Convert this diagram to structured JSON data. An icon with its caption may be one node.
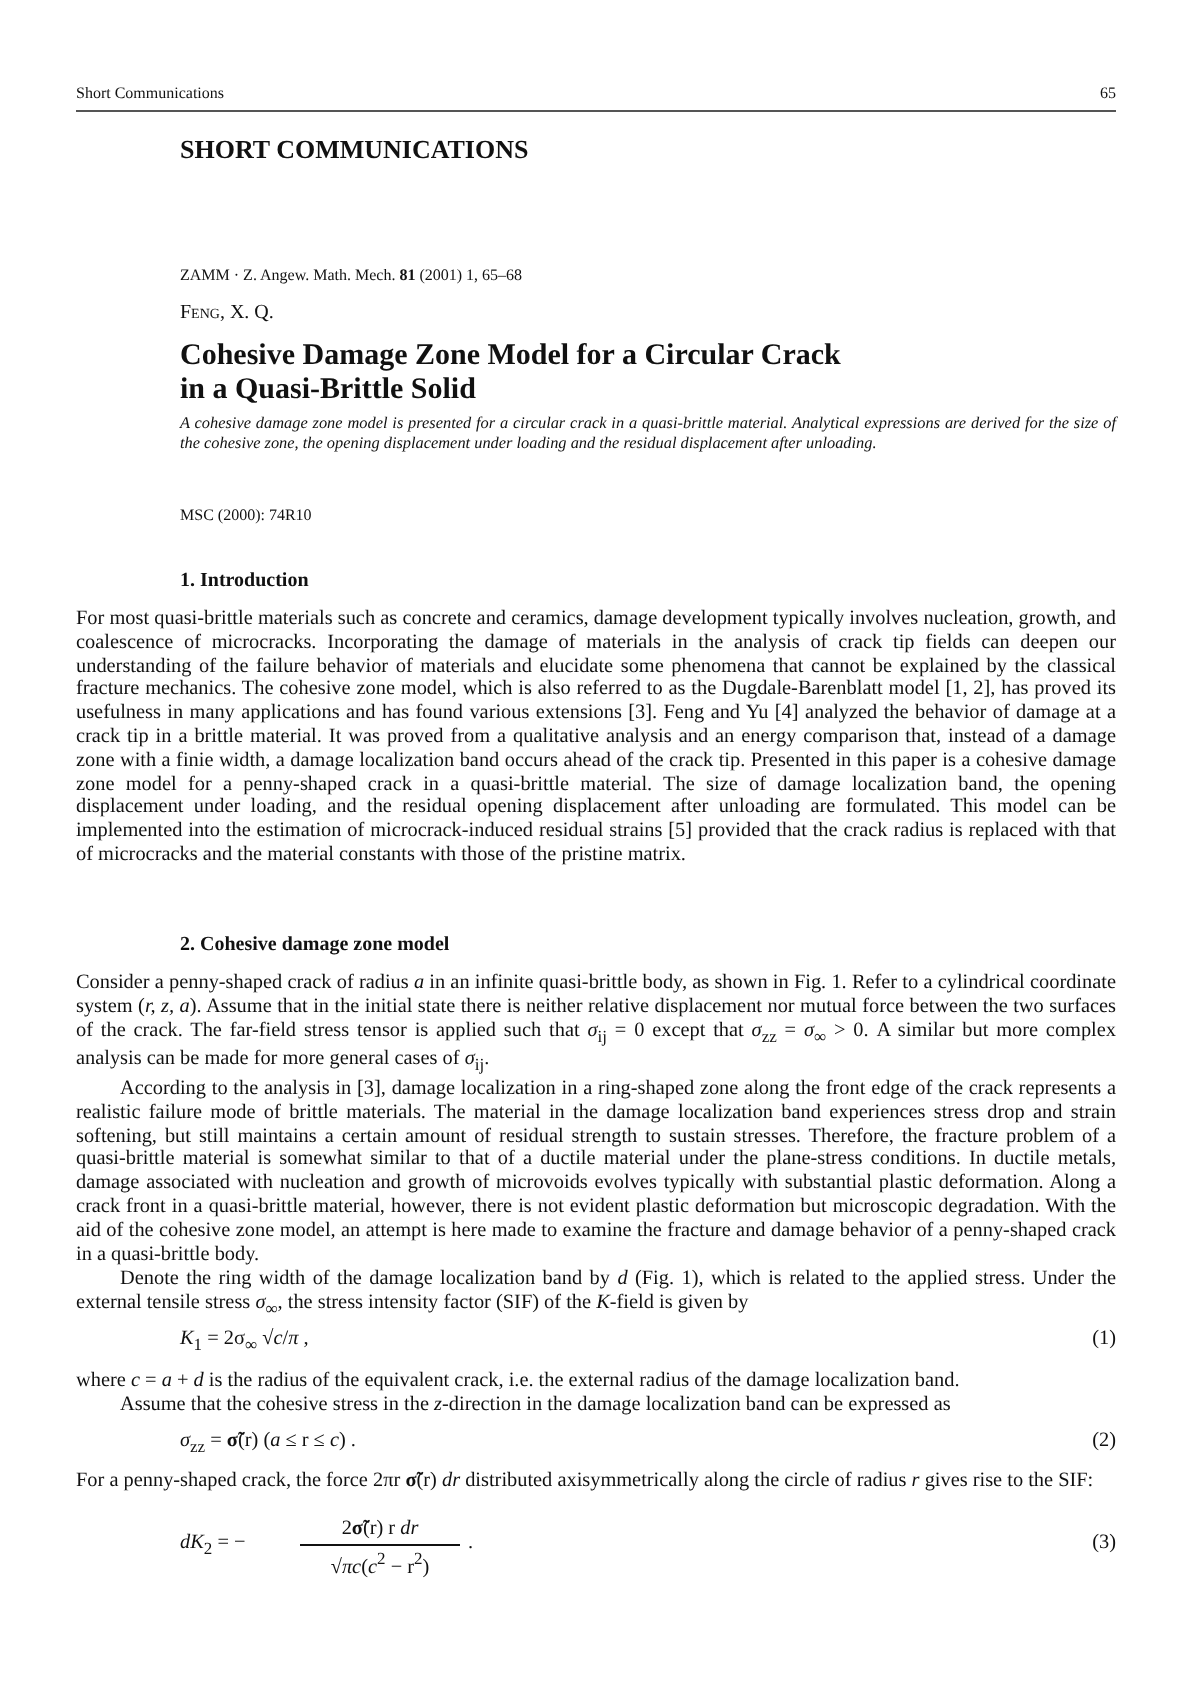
{
  "diagram": {
    "title": "Cohesive Damage Zone Model for a Circular Crack in a Quasi-Brittle Solid",
    "labels": [
      "Short Communications",
      "65",
      "SHORT COMMUNICATIONS",
      "ZAMM · Z. Angew. Math. Mech. **81** (2001) 1, 65–68",
      "Feng, X. Q.",
      "A cohesive damage zone model is presented for a circular crack in a quasi-brittle material. Analytical expressions are derived for the size of the cohesive zone, the opening displacement under loading and the residual displacement after unloading.",
      "MSC (2000): 74R10",
      "1. Introduction",
      "For most quasi-brittle materials such as concrete and ceramics, damage development typically involves nucleation, growth, and coalescence of microcracks. Incorporating the damage of materials in the analysis of crack tip fields can deepen our understanding of the failure behavior of materials and elucidate some phenomena that cannot be explained by the classical fracture mechanics. The cohesive zone model, which is also referred to as the Dugdale-Barenblatt model [1, 2], has proved its usefulness in many applications and has found various extensions [3]. Feng and Yu [4] analyzed the behavior of damage at a crack tip in a brittle material. It was proved from a qualitative analysis and an energy comparison that, instead of a damage zone with a finie width, a damage localization band occurs ahead of the crack tip. Presented in this paper is a cohesive damage zone model for a penny-shaped crack in a quasi-brittle material. The size of damage localization band, the opening displacement under loading, and the residual opening displacement after unloading are formulated. This model can be implemented into the estimation of microcrack-induced residual strains [5] provided that the crack radius is replaced with that of microcracks and the material constants with those of the pristine matrix.",
      "2. Cohesive damage zone model",
      "Consider a penny-shaped crack of radius *a* in an infinite quasi-brittle body, as shown in Fig. 1. Refer to a cylindrical coordinate system (*r, z, a*). Assume that in the initial state there is neither relative displacement nor mutual force between the two surfaces of the crack. The far-field stress tensor is applied such that *σ*$_{ij}$ = 0 except that *σ*$_{zz}$ = *σ*$_{∞}$ > 0. A similar but more complex analysis can be made for more general cases of *σ*$_{ij}$.",
      "According to the analysis in [3], damage localization in a ring-shaped zone along the front edge of the crack represents a realistic failure mode of brittle materials. The material in the damage localization band experiences stress drop and strain softening, but still maintains a certain amount of residual strength to sustain stresses. Therefore, the fracture problem of a quasi-brittle material is somewhat similar to that of a ductile material under the plane-stress conditions. In ductile metals, damage associated with nucleation and growth of microvoids evolves typically with substantial plastic deformation. Along a crack front in a quasi-brittle material, however, there is not evident plastic deformation but microscopic degradation. With the aid of the cohesive zone model, an attempt is here made to examine the fracture and damage behavior of a penny-shaped crack in a quasi-brittle body.",
      "Denote the ring width of the damage localization band by *d* (Fig. 1), which is related to the applied stress. Under the external tensile stress *σ*$_{∞}$, the stress intensity factor (SIF) of the *K*-field is given by",
      "*K*$_{1}$ = 2σ$_{∞}$ √*c*/*π* ,",
      "(1)",
      "where *c* = *a* + *d* is the radius of the equivalent crack, i.e. the external radius of the damage localization band.",
      "Assume that the cohesive stress in the *z*-direction in the damage localization band can be expressed as",
      "*σ*$_{zz}$ = **σ̃**(r)      (*a* ≤ r ≤ *c*) .",
      "(2)",
      "For a penny-shaped crack, the force 2πr **σ̃**(r) *dr* distributed axisymmetrically along the circle of radius *r* gives rise to the SIF:",
      "*dK*$_{2}$ = −",
      "2**σ̃**(r) r *dr*",
      "√*πc*(*c*$^{2}$ − r$^{2}$)",
      ".",
      "(3)"
    ]
  }
}
